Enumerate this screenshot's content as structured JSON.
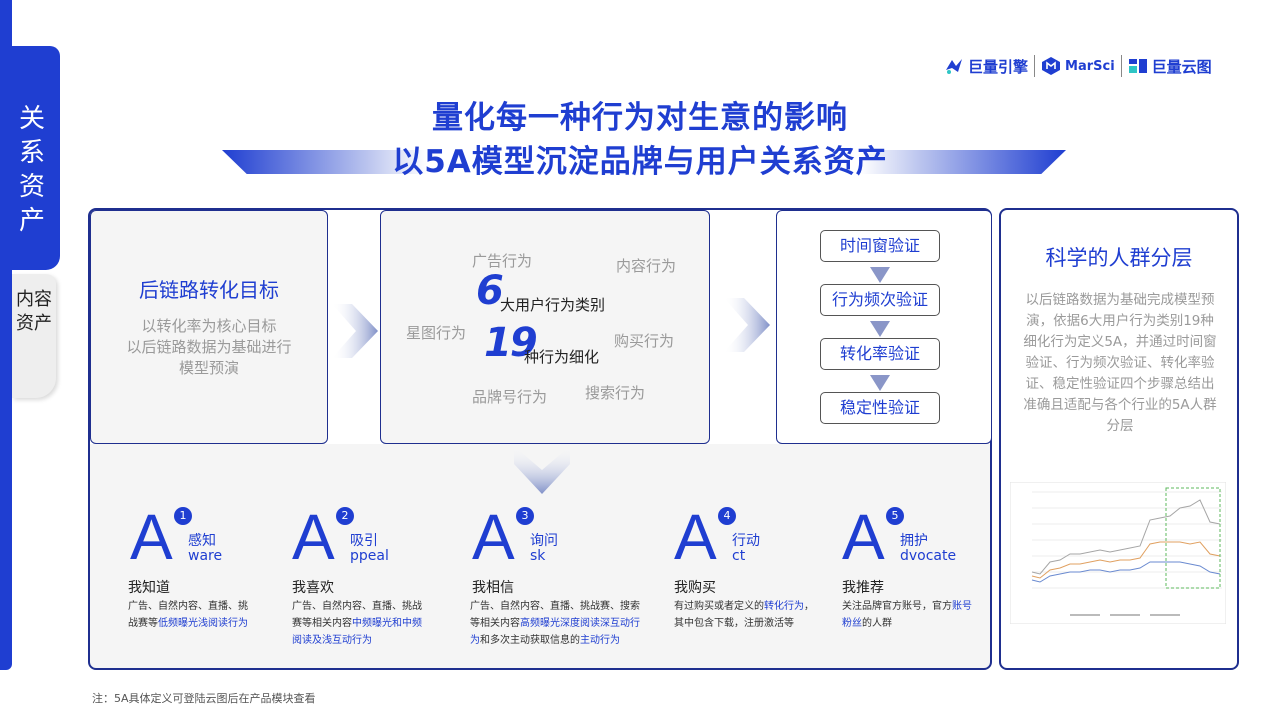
{
  "nav": {
    "tab_active": "关系资产",
    "tab_inactive": "内容资产"
  },
  "logos": {
    "logo1": "巨量引擎",
    "logo2": "MarSci",
    "logo3": "巨量云图"
  },
  "title": {
    "line1": "量化每一种行为对生意的影响",
    "line2": "以5A模型沉淀品牌与用户关系资产"
  },
  "card1": {
    "title": "后链路转化目标",
    "text_line1": "以转化率为核心目标",
    "text_line2": "以后链路数据为基础进行",
    "text_line3": "模型预演"
  },
  "card2": {
    "ad": "广告行为",
    "content": "内容行为",
    "star": "星图行为",
    "buy": "购买行为",
    "brand": "品牌号行为",
    "search": "搜索行为",
    "num1": "6",
    "num1_label": "大用户行为类别",
    "num2": "19",
    "num2_label": "种行为细化"
  },
  "steps": [
    "时间窗验证",
    "行为频次验证",
    "转化率验证",
    "稳定性验证"
  ],
  "science": {
    "title": "科学的人群分层",
    "text": "以后链路数据为基础完成模型预演，依据6大用户行为类别19种细化行为定义5A，并通过时间窗验证、行为频次验证、转化率验证、稳定性验证四个步骤总结出准确且适配与各个行业的5A人群分层"
  },
  "five_a": [
    {
      "letter": "A",
      "num": "1",
      "cn": "感知",
      "en": "ware",
      "head": "我知道",
      "desc_plain1": "广告、自然内容、直播、挑",
      "desc_plain2": "战赛等",
      "desc_hl1": "低频曝光浅阅读行为"
    },
    {
      "letter": "A",
      "num": "2",
      "cn": "吸引",
      "en": "ppeal",
      "head": "我喜欢",
      "desc_plain1": "广告、自然内容、直播、挑战",
      "desc_plain2": "赛等相关内容",
      "desc_hl1": "中频曝光和中频",
      "desc_hl2": "阅读及浅互动行为"
    },
    {
      "letter": "A",
      "num": "3",
      "cn": "询问",
      "en": "sk",
      "head": "我相信",
      "desc_plain1": "广告、自然内容、直播、挑战赛、搜索",
      "desc_plain2": "等相关内容",
      "desc_hl1": "高频曝光深度阅读深互动行",
      "desc_hl2": "为",
      "desc_plain3": "和多次主动获取信息的",
      "desc_hl3": "主动行为"
    },
    {
      "letter": "A",
      "num": "4",
      "cn": "行动",
      "en": "ct",
      "head": "我购买",
      "desc_plain1": "有过购买或者定义的",
      "desc_hl1": "转化行为",
      "desc_plain2": "，",
      "desc_plain3": "其中包含下载，注册激活等"
    },
    {
      "letter": "A",
      "num": "5",
      "cn": "拥护",
      "en": "dvocate",
      "head": "我推荐",
      "desc_plain1": "关注品牌官方账号，官方",
      "desc_hl1": "账号",
      "desc_hl2": "粉丝",
      "desc_plain2": "的人群"
    }
  ],
  "note": "注：5A具体定义可登陆云图后在产品模块查看",
  "colors": {
    "primary": "#1f3ed1",
    "frame": "#1f2f8f",
    "gray_text": "#9a9a9a"
  }
}
